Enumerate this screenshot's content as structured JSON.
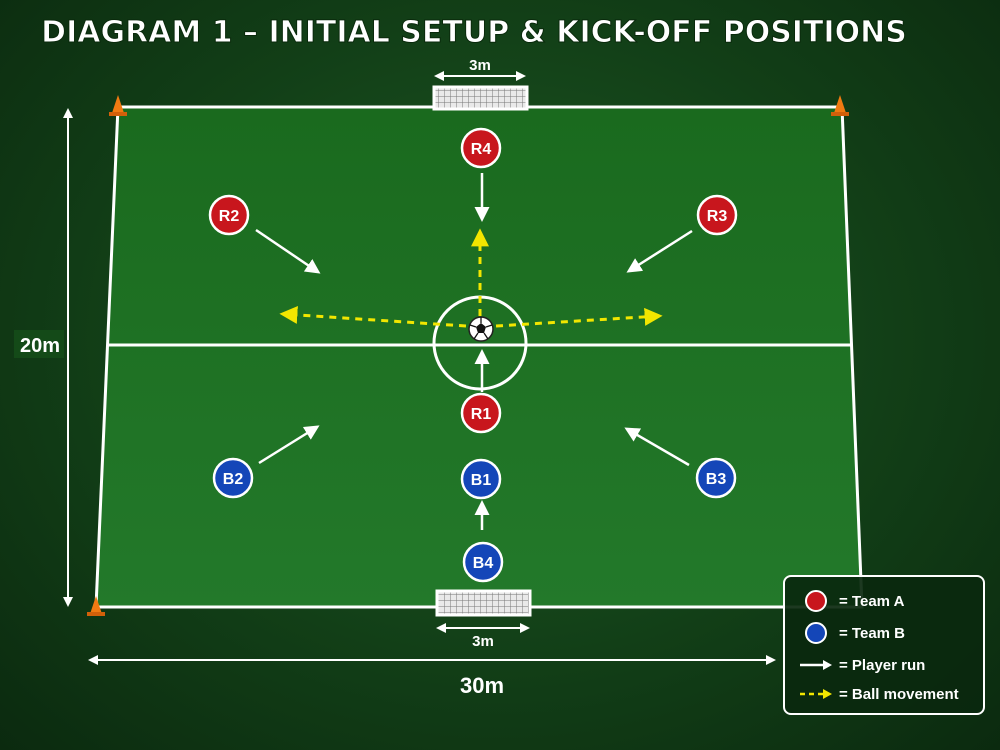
{
  "title": "DIAGRAM 1 – INITIAL SETUP & KICK-OFF POSITIONS",
  "dimensions": {
    "top_goal_width": "3m",
    "bottom_goal_width": "3m",
    "pitch_length": "20m",
    "pitch_width": "30m"
  },
  "players": [
    {
      "id": "R4",
      "team": "A"
    },
    {
      "id": "R2",
      "team": "A"
    },
    {
      "id": "R3",
      "team": "A"
    },
    {
      "id": "R1",
      "team": "A"
    },
    {
      "id": "B1",
      "team": "B"
    },
    {
      "id": "B2",
      "team": "B"
    },
    {
      "id": "B3",
      "team": "B"
    },
    {
      "id": "B4",
      "team": "B"
    }
  ],
  "legend": {
    "team_a": "= Team A",
    "team_b": "= Team B",
    "player_run": "= Player run",
    "ball_movement": "= Ball movement"
  },
  "colors": {
    "team_a": "#c8161d",
    "team_b": "#1446b8",
    "ball_path": "#f2e600",
    "pitch": "#1c6b1f",
    "lines": "#ffffff",
    "cone": "#f07a12"
  }
}
